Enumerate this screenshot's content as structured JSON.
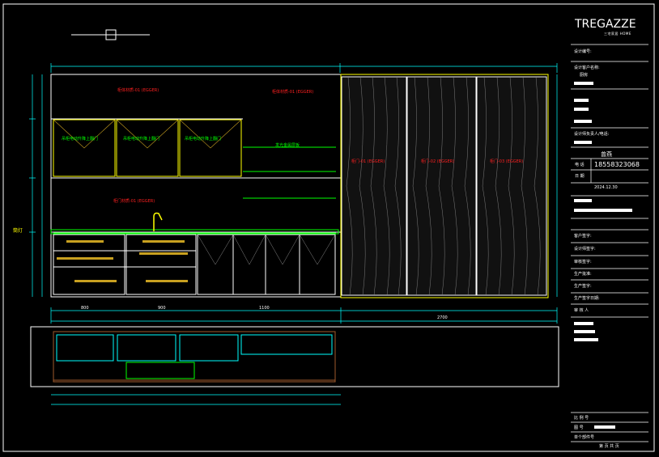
{
  "title_block": {
    "logo_text": "TREGAZZE",
    "logo_sub": "三宅家居 HOME",
    "room": "厨房",
    "designer_name": "曾燕",
    "phone_label": "电 话",
    "phone": "18558323068",
    "date": "2024.12.30",
    "fields": [
      "设计编号:",
      "设计客户名称:",
      "设计师负责人/电话:",
      "日 期",
      "客户签字:",
      "设计师签字:",
      "审核签字:",
      "生产批准:",
      "生产签字:",
      "生产签字日期:",
      "审 核 人"
    ],
    "footer": [
      "比 例 号",
      "图 号",
      "单个部件号",
      "第 页  共 页"
    ]
  },
  "drawing": {
    "left_label": "筒灯",
    "wood_labels": [
      "柜门-01 (EGGER)",
      "柜门-02 (EGGER)",
      "柜门-03 (EGGER)"
    ],
    "red_labels": [
      "柜体材质-01 (EGGER)",
      "柜体材质-01 (EGGER)",
      "柜门材质-01 (EGGER)"
    ],
    "green_labels": [
      "吊柜电动升降上翻门",
      "吊柜电动升降上翻门",
      "吊柜电动升降上翻门",
      "发光金属层板"
    ],
    "dims_bottom": [
      "800",
      "900",
      "1100",
      "2700"
    ]
  },
  "colors": {
    "line": "#ffffff",
    "cyan": "#00ffff",
    "red": "#ff2020",
    "green": "#00ff00",
    "yellow": "#ffff00",
    "gold": "#c8a020",
    "brown": "#a05a2c"
  }
}
